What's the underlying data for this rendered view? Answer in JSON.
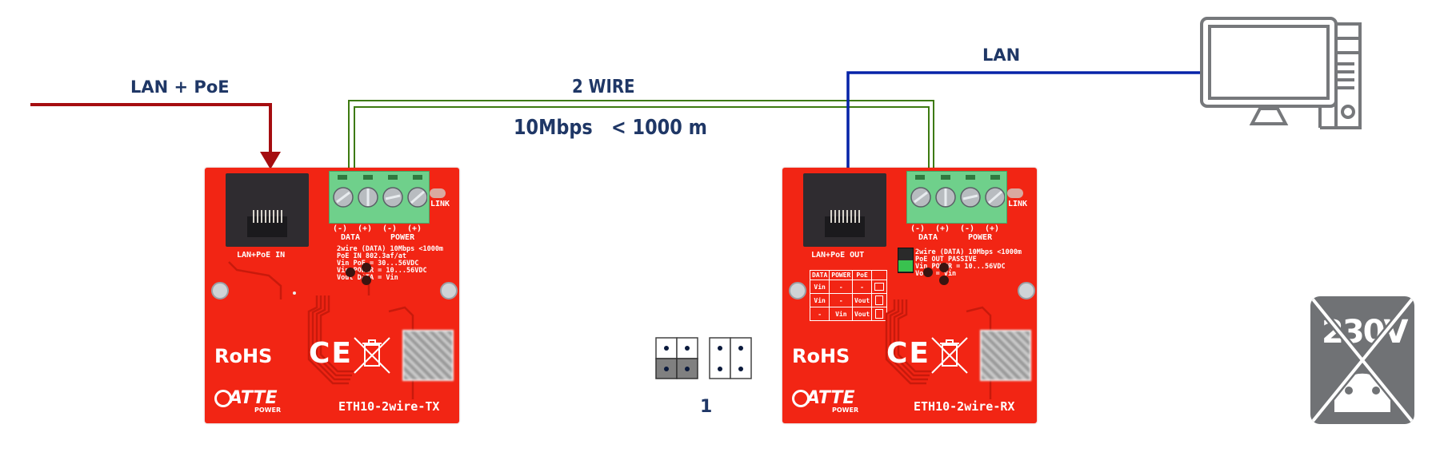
{
  "labels": {
    "lan_poe": "LAN + PoE",
    "two_wire": "2 WIRE",
    "speed_distance": "10Mbps   < 1000 m",
    "lan": "LAN",
    "jumper_position": "1"
  },
  "colors": {
    "poe_line": "#a50d10",
    "two_wire_line": "#3d7a10",
    "lan_line": "#0623a8",
    "label_text": "#1f3766",
    "pcb": "#f22514",
    "terminal_block": "#6fd08b",
    "icon_gray": "#707275"
  },
  "tx_board": {
    "model": "ETH10-2wire-TX",
    "port_label": "LAN+PoE IN",
    "terminal_labels": [
      "(-)",
      "(+)",
      "(-)",
      "(+)"
    ],
    "terminal_groups": [
      "DATA",
      "POWER"
    ],
    "link_label": "LINK",
    "specs": [
      "2wire (DATA) 10Mbps <1000m",
      "PoE IN 802.3af/at",
      "Vin PoE = 30...56VDC",
      "Vin POWER = 10...56VDC",
      "Vout DATA = Vin"
    ],
    "rohs": "RoHS",
    "ce": "CE",
    "brand": "ATTE",
    "brand_sub": "POWER"
  },
  "rx_board": {
    "model": "ETH10-2wire-RX",
    "port_label": "LAN+PoE OUT",
    "terminal_labels": [
      "(-)",
      "(+)",
      "(-)",
      "(+)"
    ],
    "terminal_groups": [
      "DATA",
      "POWER"
    ],
    "link_label": "LINK",
    "specs": [
      "2wire (DATA) 10Mbps <1000m",
      "PoE OUT PASSIVE",
      "Vin POWER = 10...56VDC",
      "Vout = Vin"
    ],
    "jumper_table": {
      "headers": [
        "DATA",
        "POWER",
        "PoE"
      ],
      "rows": [
        [
          "Vin",
          "-",
          "-"
        ],
        [
          "Vin",
          "-",
          "Vout"
        ],
        [
          "-",
          "Vin",
          "Vout"
        ]
      ]
    },
    "rohs": "RoHS",
    "ce": "CE",
    "brand": "ATTE",
    "brand_sub": "POWER"
  },
  "icons": {
    "computer": "desktop-computer-icon",
    "no_230v": "no-230v-mains-icon",
    "no_230v_text": "230V"
  }
}
